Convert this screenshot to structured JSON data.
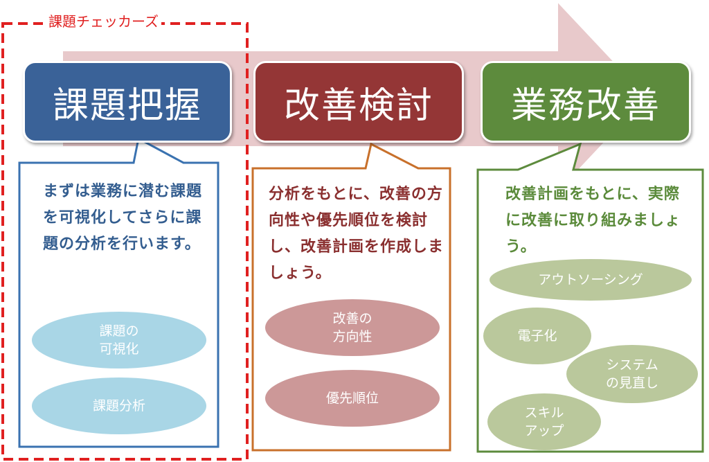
{
  "checker_label": "課題チェッカーズ",
  "stages": [
    {
      "title": "課題把握",
      "description": "まずは業務に潜む課題を可視化してさらに課題の分析を行います。",
      "items": [
        "課題の\n可視化",
        "課題分析"
      ]
    },
    {
      "title": "改善検討",
      "description": "分析をもとに、改善の方向性や優先順位を検討し、改善計画を作成しましょう。",
      "items": [
        "改善の\n方向性",
        "優先順位"
      ]
    },
    {
      "title": "業務改善",
      "description": "改善計画をもとに、実際に改善に取り組みましょう。",
      "items": [
        "アウトソーシング",
        "電子化",
        "システム\nの見直し",
        "スキル\nアップ"
      ]
    }
  ],
  "colors": {
    "stage1": "#3a6298",
    "stage2": "#943636",
    "stage3": "#5d8b3d",
    "arrow": "#e8c9cb",
    "checker": "#e02020"
  }
}
